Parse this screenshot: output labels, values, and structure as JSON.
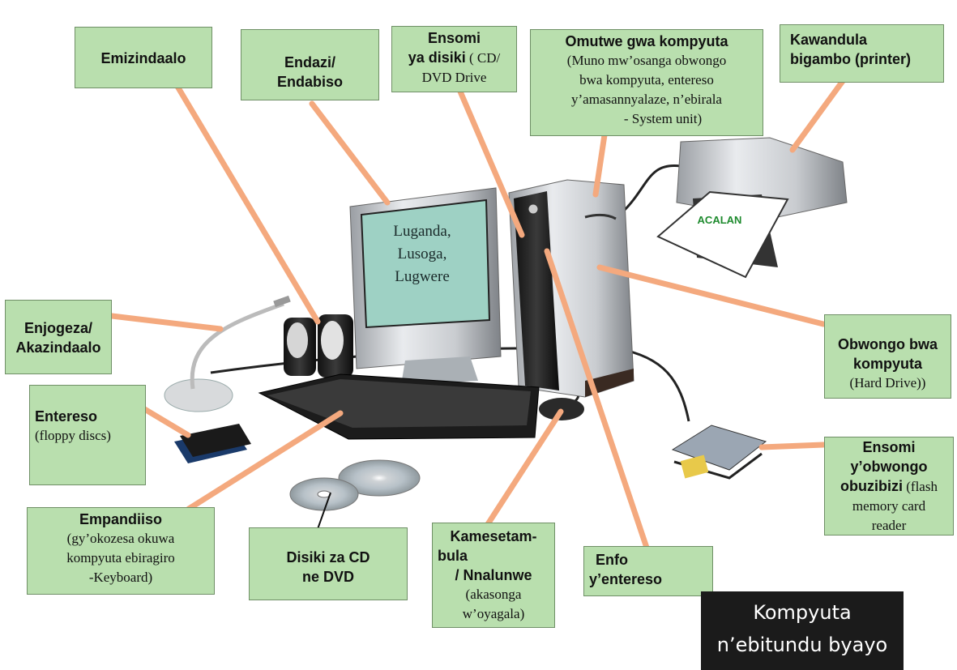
{
  "colors": {
    "label_bg": "#b9dfae",
    "leader": "#f4a97e",
    "title_bg": "#1b1b1b"
  },
  "screen_text": [
    "Luganda,",
    "Lusoga,",
    "Lugwere"
  ],
  "printer_paper_text": "ACALAN",
  "title": [
    "Kompyuta",
    "n’ebitundu byayo"
  ],
  "labels": {
    "emizindaalo": {
      "bold": "Emizindaalo"
    },
    "endazi": {
      "bold1": "Endazi/",
      "bold2": "Endabiso"
    },
    "ensomi_disiki": {
      "bold1": "Ensomi",
      "bold2": "ya disiki",
      "regular1": " ( CD/",
      "regular2": "DVD Drive"
    },
    "omutwe": {
      "bold": "Omutwe gwa kompyuta",
      "regular": [
        "(Muno mw’osanga obwongo",
        "bwa kompyuta, entereso",
        "y’amasannyalaze, n’ebirala",
        "- System unit)"
      ]
    },
    "kawandula": {
      "bold1": "Kawandula",
      "bold2": "bigambo (printer)"
    },
    "enjogeza": {
      "bold1": "Enjogeza/",
      "bold2": "Akazindaalo"
    },
    "obwongo": {
      "bold1": "Obwongo bwa",
      "bold2": "kompyuta",
      "regular": "(Hard Drive))"
    },
    "entereso": {
      "bold": "Entereso",
      "regular": "(floppy discs)"
    },
    "ensomi_obwongo": {
      "bold1": "Ensomi",
      "bold2": "y’obwongo",
      "bold3": "obuzibizi",
      "regular1": " (flash",
      "regular2": "memory card",
      "regular3": "reader"
    },
    "empandiiso": {
      "bold": "Empandiiso",
      "regular": [
        "(gy’okozesa okuwa",
        "kompyuta ebiragiro",
        "-Keyboard)"
      ]
    },
    "disiki_cd": {
      "bold1": "Disiki za CD",
      "bold2": "ne DVD"
    },
    "kamesetambula": {
      "bold1": "Kamesetam-",
      "bold2": "bula",
      "bold3": "/ Nnalunwe",
      "regular": [
        "(akasonga",
        "w’oyagala)"
      ]
    },
    "enfo": {
      "bold1": "Enfo",
      "bold2": "y’entereso"
    }
  }
}
